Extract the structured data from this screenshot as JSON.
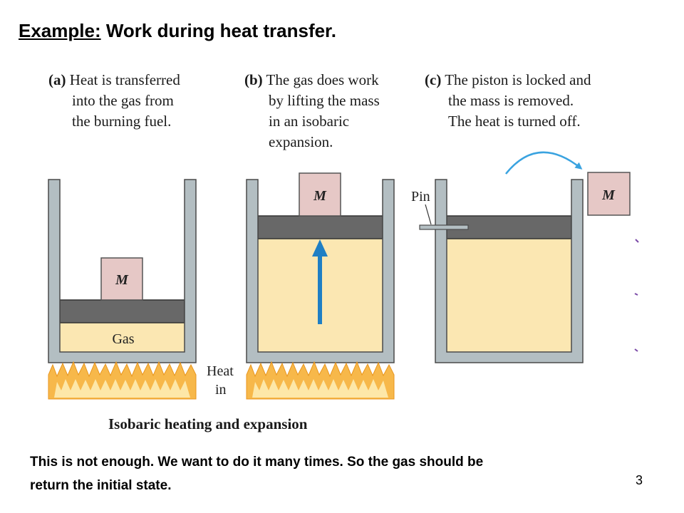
{
  "title": {
    "prefix": "Example:",
    "rest": " Work during heat transfer."
  },
  "panels": [
    {
      "tag": "(a)",
      "lines": [
        "Heat is transferred",
        "into the gas from",
        "the burning fuel."
      ]
    },
    {
      "tag": "(b)",
      "lines": [
        "The gas does work",
        "by lifting the mass",
        "in an isobaric",
        "expansion."
      ]
    },
    {
      "tag": "(c)",
      "lines": [
        "The piston is locked and",
        "the mass is removed.",
        "The heat is turned off."
      ]
    }
  ],
  "labels": {
    "mass": "M",
    "gas": "Gas",
    "heat_line1": "Heat",
    "heat_line2": "in",
    "pin": "Pin"
  },
  "figure_caption": "Isobaric heating and expansion",
  "note": {
    "line1": "This is not enough. We want to do it many times. So the gas should be",
    "line2": "return the initial state."
  },
  "slide_number": "3",
  "colors": {
    "wall": "#b3bec2",
    "wall_edge": "#4a4a4a",
    "piston": "#686868",
    "gas": "#fbe7b2",
    "mass": "#e6c8c6",
    "arrow": "#1f7fc4",
    "flame_outer": "#f7b84a",
    "flame_inner": "#fde7a8"
  }
}
